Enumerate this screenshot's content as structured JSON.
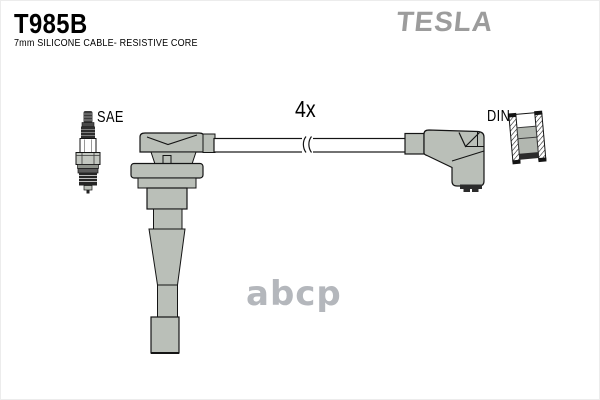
{
  "header": {
    "part_number": "T985B",
    "subtitle": "7mm SILICONE CABLE- RESISTIVE CORE",
    "brand": "TESLA"
  },
  "diagram": {
    "labels": {
      "plug_end_standard": "SAE",
      "distributor_end_standard": "DIN",
      "quantity": "4x"
    },
    "icons": [
      "spark-plug-icon",
      "plug-boot-icon",
      "cable-break-icon",
      "distributor-boot-icon",
      "din-terminal-section-icon"
    ]
  },
  "watermark": {
    "text": "abcp"
  },
  "colors": {
    "background": "#ffffff",
    "outline": "#141414",
    "part_fill": "#babfb8",
    "brand_gray": "#9c9c9c",
    "watermark_gray": "#b4b7bc"
  }
}
